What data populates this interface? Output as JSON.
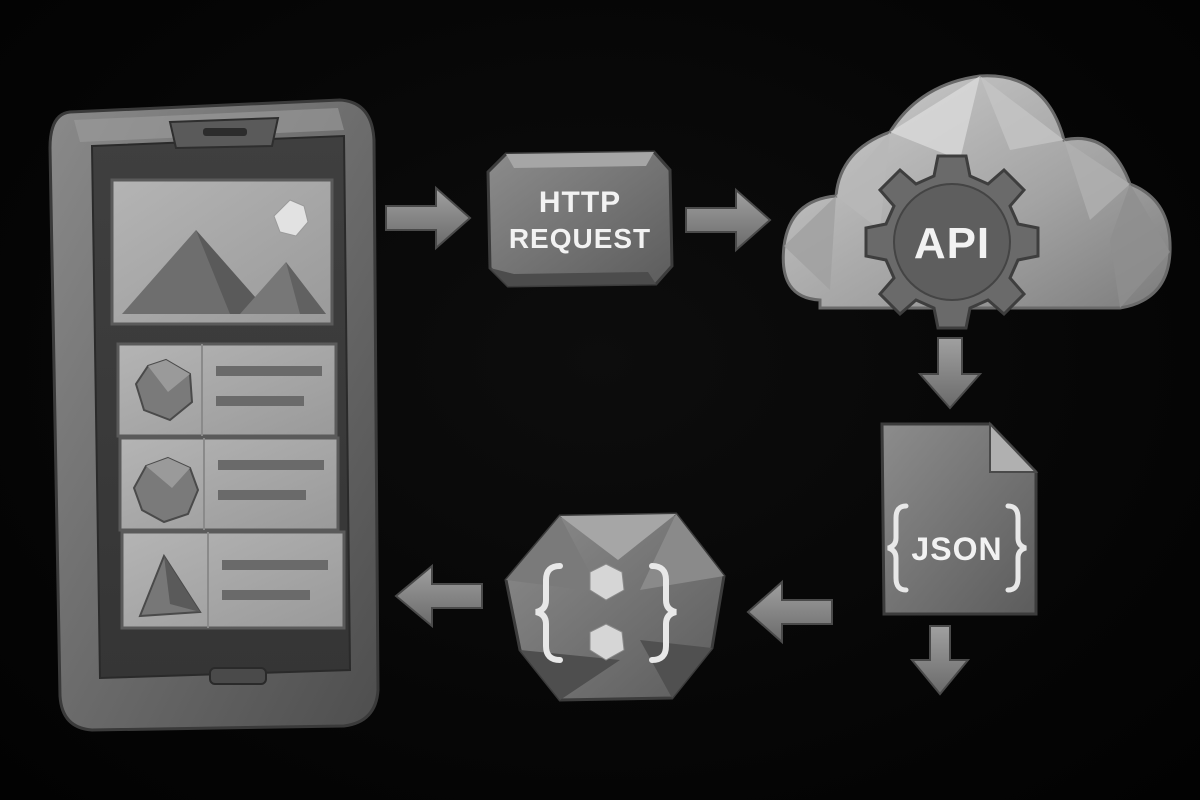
{
  "diagram": {
    "nodes": {
      "http_request": {
        "line1": "HTTP",
        "line2": "REQUEST"
      },
      "api": {
        "label": "API"
      },
      "json": {
        "label": "JSON"
      }
    },
    "icons": {
      "phone": "mobile-phone-icon",
      "cloud": "cloud-icon",
      "gear": "gear-icon",
      "document": "json-document-icon",
      "parser": "curly-braces-parser-icon"
    },
    "colors": {
      "background": "#050505",
      "node_fill": "#6e6e6e",
      "node_light": "#9a9a9a",
      "node_dark": "#4a4a4a",
      "text": "#f2f2f2"
    }
  }
}
